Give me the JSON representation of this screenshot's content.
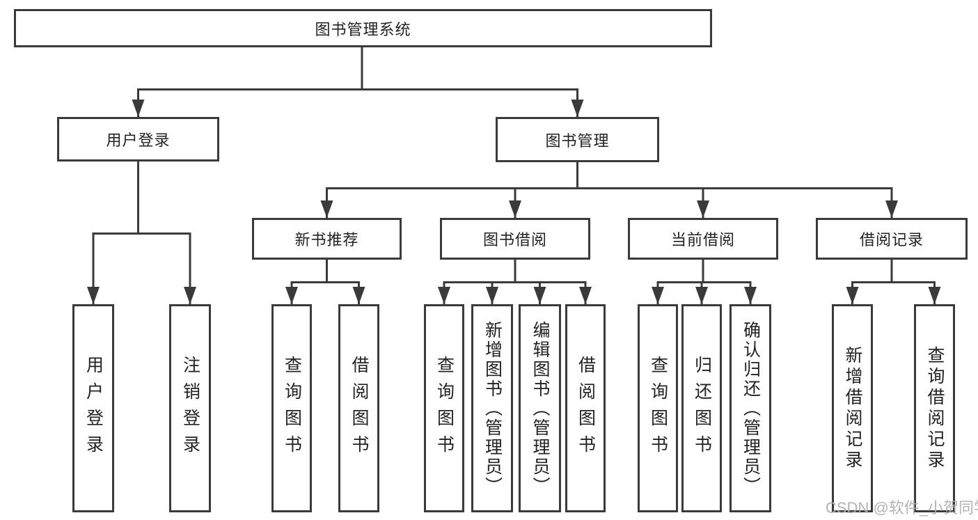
{
  "nodes": {
    "root": {
      "label": "图书管理系统"
    },
    "user_login_branch": {
      "label": "用户登录"
    },
    "book_management": {
      "label": "图书管理"
    },
    "new_book_recommend": {
      "label": "新书推荐"
    },
    "book_borrowing": {
      "label": "图书借阅"
    },
    "current_borrowing": {
      "label": "当前借阅"
    },
    "borrowing_records": {
      "label": "借阅记录"
    }
  },
  "leaves": {
    "user_login": {
      "label": "用户登录"
    },
    "logout": {
      "label": "注销登录"
    },
    "recommend_query_books": {
      "label": "查询图书"
    },
    "recommend_borrow_books": {
      "label": "借阅图书"
    },
    "borrowing_query_books": {
      "label": "查询图书"
    },
    "borrowing_add_books": {
      "label": "新增图书（管理员）"
    },
    "borrowing_edit_books": {
      "label": "编辑图书（管理员）"
    },
    "borrowing_borrow_books": {
      "label": "借阅图书"
    },
    "current_query_books": {
      "label": "查询图书"
    },
    "current_return_books": {
      "label": "归还图书"
    },
    "current_confirm_return": {
      "label": "确认归还（管理员）"
    },
    "records_add_record": {
      "label": "新增借阅记录"
    },
    "records_query_record": {
      "label": "查询借阅记录"
    }
  },
  "watermark": "CSDN @软件_小贺同学",
  "colors": {
    "line": "#3a3a3a",
    "text": "#222222",
    "watermark": "#afafaf",
    "background": "#ffffff"
  }
}
